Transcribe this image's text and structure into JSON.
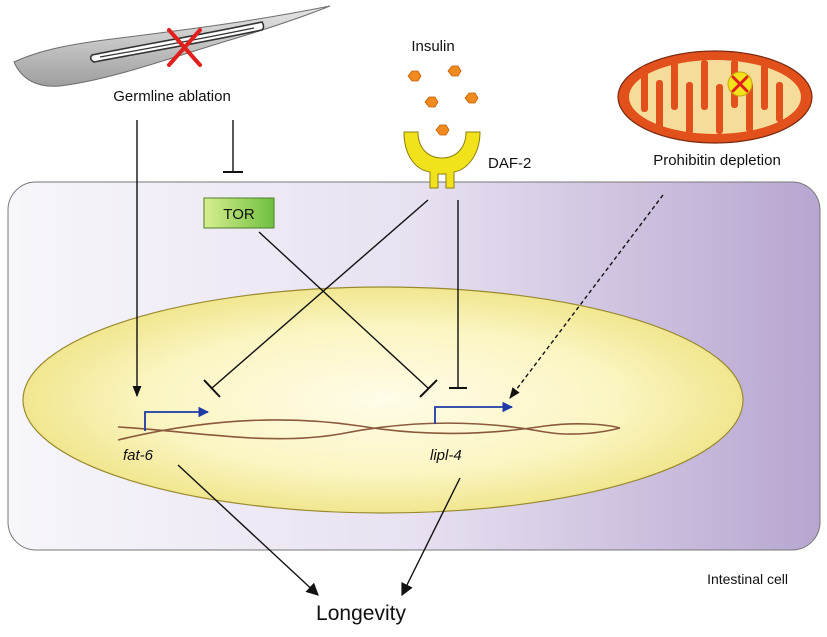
{
  "labels": {
    "germline": "Germline ablation",
    "insulin": "Insulin",
    "receptor": "DAF-2",
    "prohibitin": "Prohibitin depletion",
    "tor": "TOR",
    "gene_left": "fat-6",
    "gene_right": "lipl-4",
    "cell": "Intestinal cell",
    "outcome": "Longevity"
  },
  "colors": {
    "cell_left": "#f7f6fb",
    "cell_right": "#b7a6d0",
    "nucleus_center": "#fffce8",
    "nucleus_edge": "#f1e68f",
    "nucleus_stroke": "#9a8a2f",
    "dna": "#8b5a3c",
    "tss_arrow": "#1f3aa6",
    "tor_light": "#d8ef8f",
    "tor_dark": "#6fbf3f",
    "receptor": "#f2e21c",
    "insulin_dot": "#f08a1e",
    "mito_outer": "#e2501c",
    "mito_inner": "#f6dc9a",
    "worm": "#bdbdbd",
    "ablation_x": "#e0201c"
  },
  "icons": [
    "worm-icon",
    "ablation-x-icon",
    "insulin-molecule-icon",
    "daf2-receptor-icon",
    "mitochondrion-icon",
    "depletion-x-icon",
    "transcription-start-arrow-icon"
  ]
}
